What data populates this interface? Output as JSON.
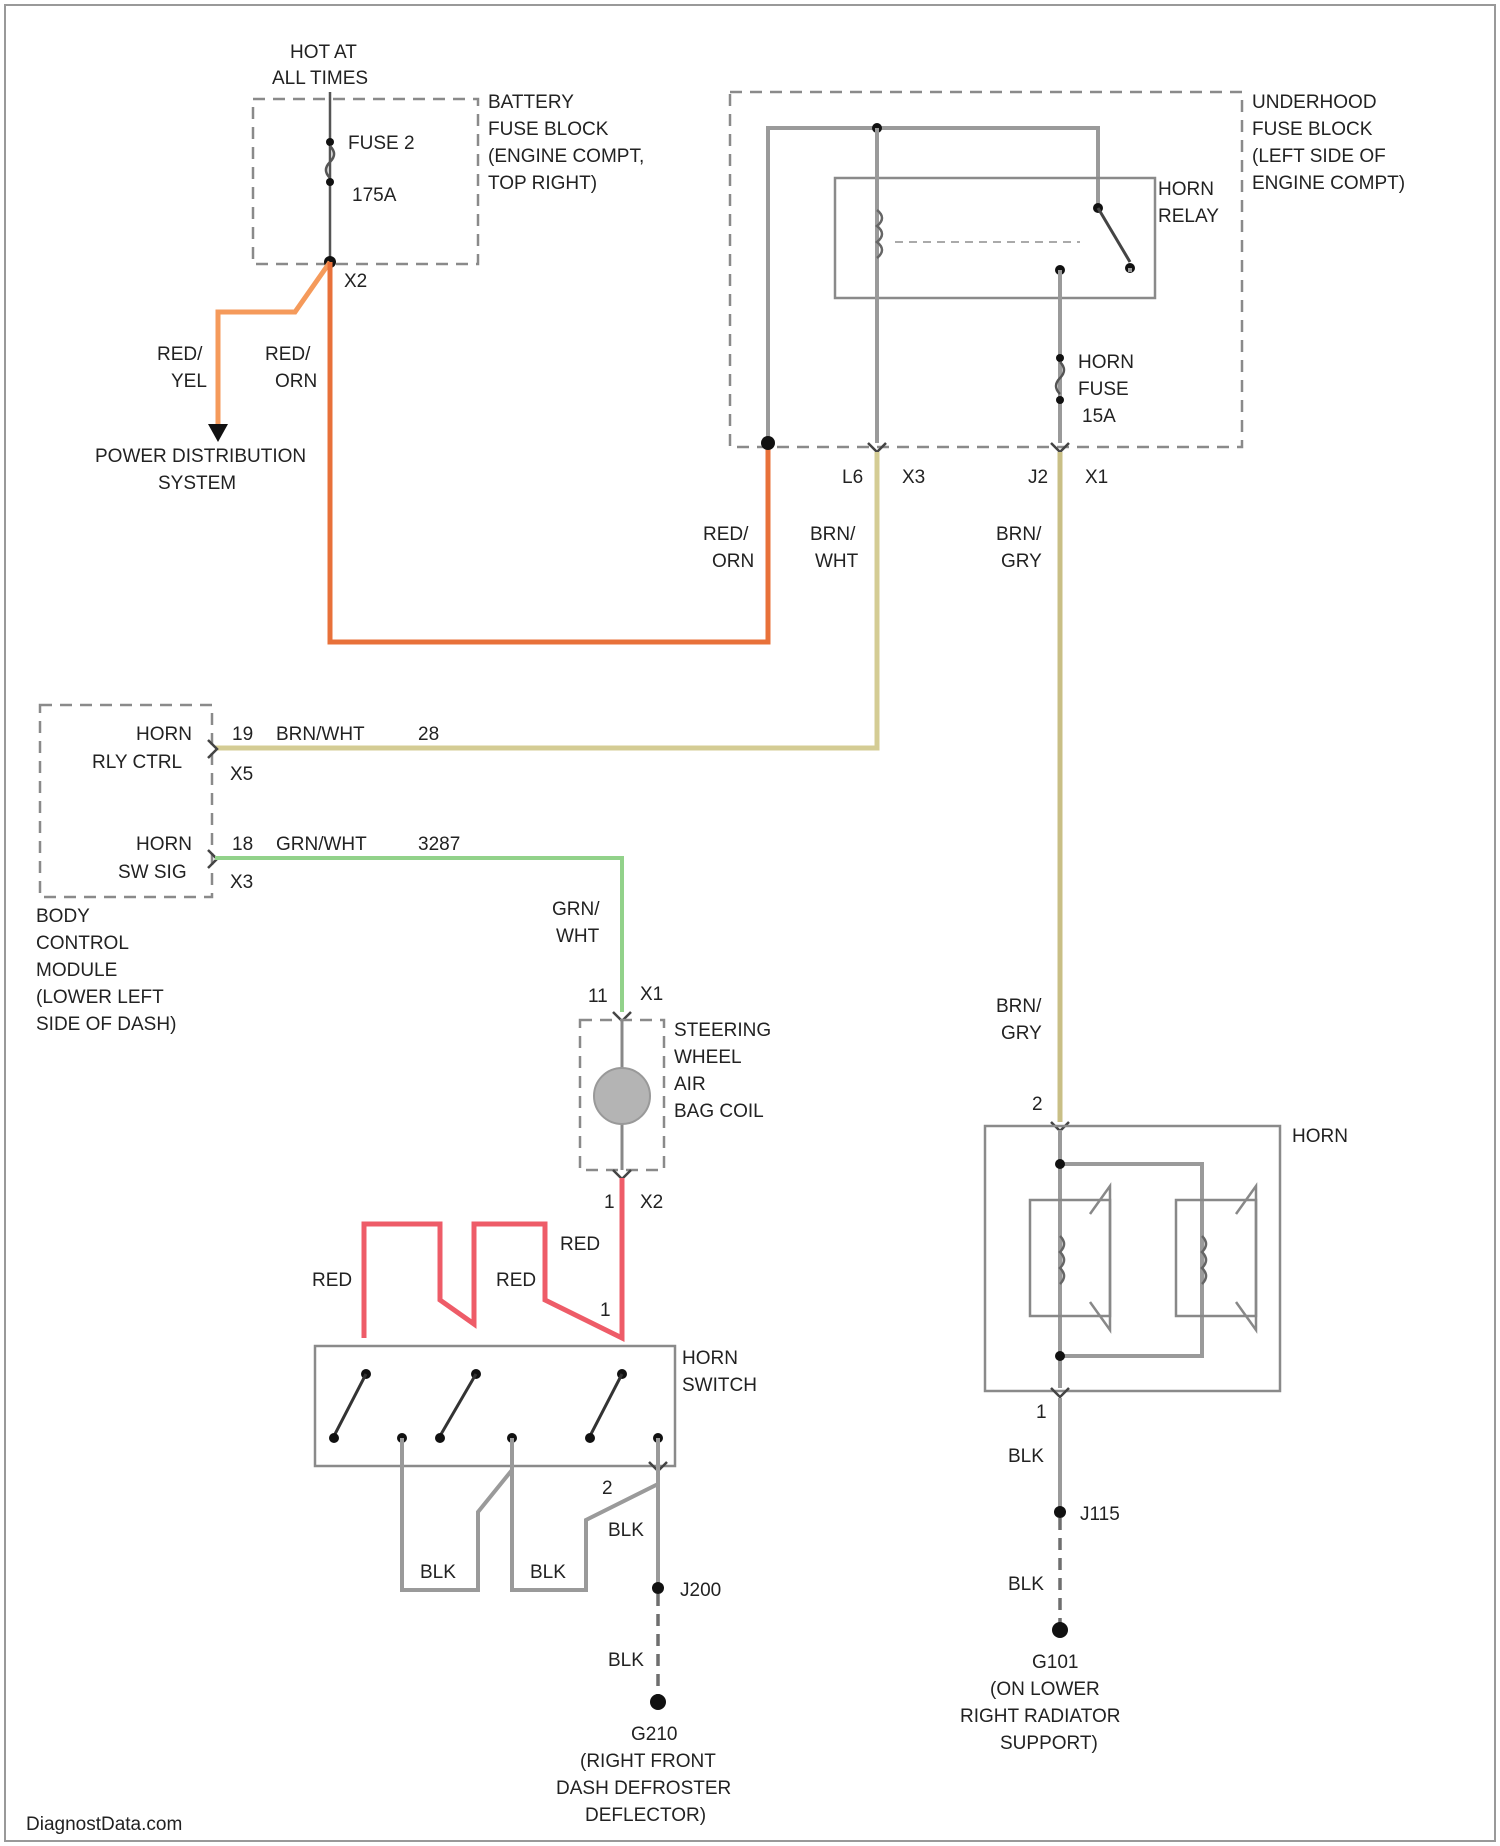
{
  "colors": {
    "red_orange": "#e8713a",
    "orange": "#f59a5b",
    "tan": "#d4cc94",
    "tan_dark": "#c9bf86",
    "green": "#92d28a",
    "red": "#ee5c68",
    "gray": "#9a9a9a",
    "black": "#111111"
  },
  "battery_block": {
    "hot": "HOT AT",
    "hot2": "ALL TIMES",
    "name1": "BATTERY",
    "name2": "FUSE BLOCK",
    "name3": "(ENGINE COMPT,",
    "name4": "TOP RIGHT)",
    "fuse1": "FUSE 2",
    "fuse2": "175A",
    "conn": "X2"
  },
  "power_wires": {
    "left1": "RED/",
    "left2": "YEL",
    "right1": "RED/",
    "right2": "ORN",
    "dest1": "POWER DISTRIBUTION",
    "dest2": "SYSTEM"
  },
  "underhood": {
    "name1": "UNDERHOOD",
    "name2": "FUSE BLOCK",
    "name3": "(LEFT SIDE OF",
    "name4": "ENGINE COMPT)",
    "relay1": "HORN",
    "relay2": "RELAY",
    "fuse1": "HORN",
    "fuse2": "FUSE",
    "fuse3": "15A",
    "pin_l6": "L6",
    "conn_x3": "X3",
    "pin_j2": "J2",
    "conn_x1": "X1"
  },
  "wire_labels": {
    "redorn1": "RED/",
    "redorn2": "ORN",
    "brnwht1": "BRN/",
    "brnwht2": "WHT",
    "brngry1": "BRN/",
    "brngry2": "GRY"
  },
  "bcm": {
    "ctrl1": "HORN",
    "ctrl2": "RLY CTRL",
    "ctrl_pin": "19",
    "ctrl_wire": "BRN/WHT",
    "ctrl_circuit": "28",
    "ctrl_conn": "X5",
    "sw1": "HORN",
    "sw2": "SW SIG",
    "sw_pin": "18",
    "sw_wire": "GRN/WHT",
    "sw_circuit": "3287",
    "sw_conn": "X3",
    "name1": "BODY",
    "name2": "CONTROL",
    "name3": "MODULE",
    "name4": "(LOWER LEFT",
    "name5": "SIDE OF DASH)"
  },
  "coil": {
    "grnwht1": "GRN/",
    "grnwht2": "WHT",
    "pin_top": "11",
    "conn_top": "X1",
    "name1": "STEERING",
    "name2": "WHEEL",
    "name3": "AIR",
    "name4": "BAG COIL",
    "pin_bot": "1",
    "conn_bot": "X2"
  },
  "switch": {
    "red_a": "RED",
    "red_b": "RED",
    "red_c": "RED",
    "pin1": "1",
    "name1": "HORN",
    "name2": "SWITCH",
    "pin2": "2",
    "blk_a": "BLK",
    "blk_b": "BLK",
    "blk_c": "BLK",
    "splice": "J200",
    "blk_d": "BLK",
    "ground1": "G210",
    "ground2": "(RIGHT FRONT",
    "ground3": "DASH DEFROSTER",
    "ground4": "DEFLECTOR)"
  },
  "horn": {
    "pin_top": "2",
    "name": "HORN",
    "pin_bot": "1",
    "blk_a": "BLK",
    "splice": "J115",
    "blk_b": "BLK",
    "ground1": "G101",
    "ground2": "(ON LOWER",
    "ground3": "RIGHT RADIATOR",
    "ground4": "SUPPORT)"
  },
  "watermark": "DiagnostData.com"
}
